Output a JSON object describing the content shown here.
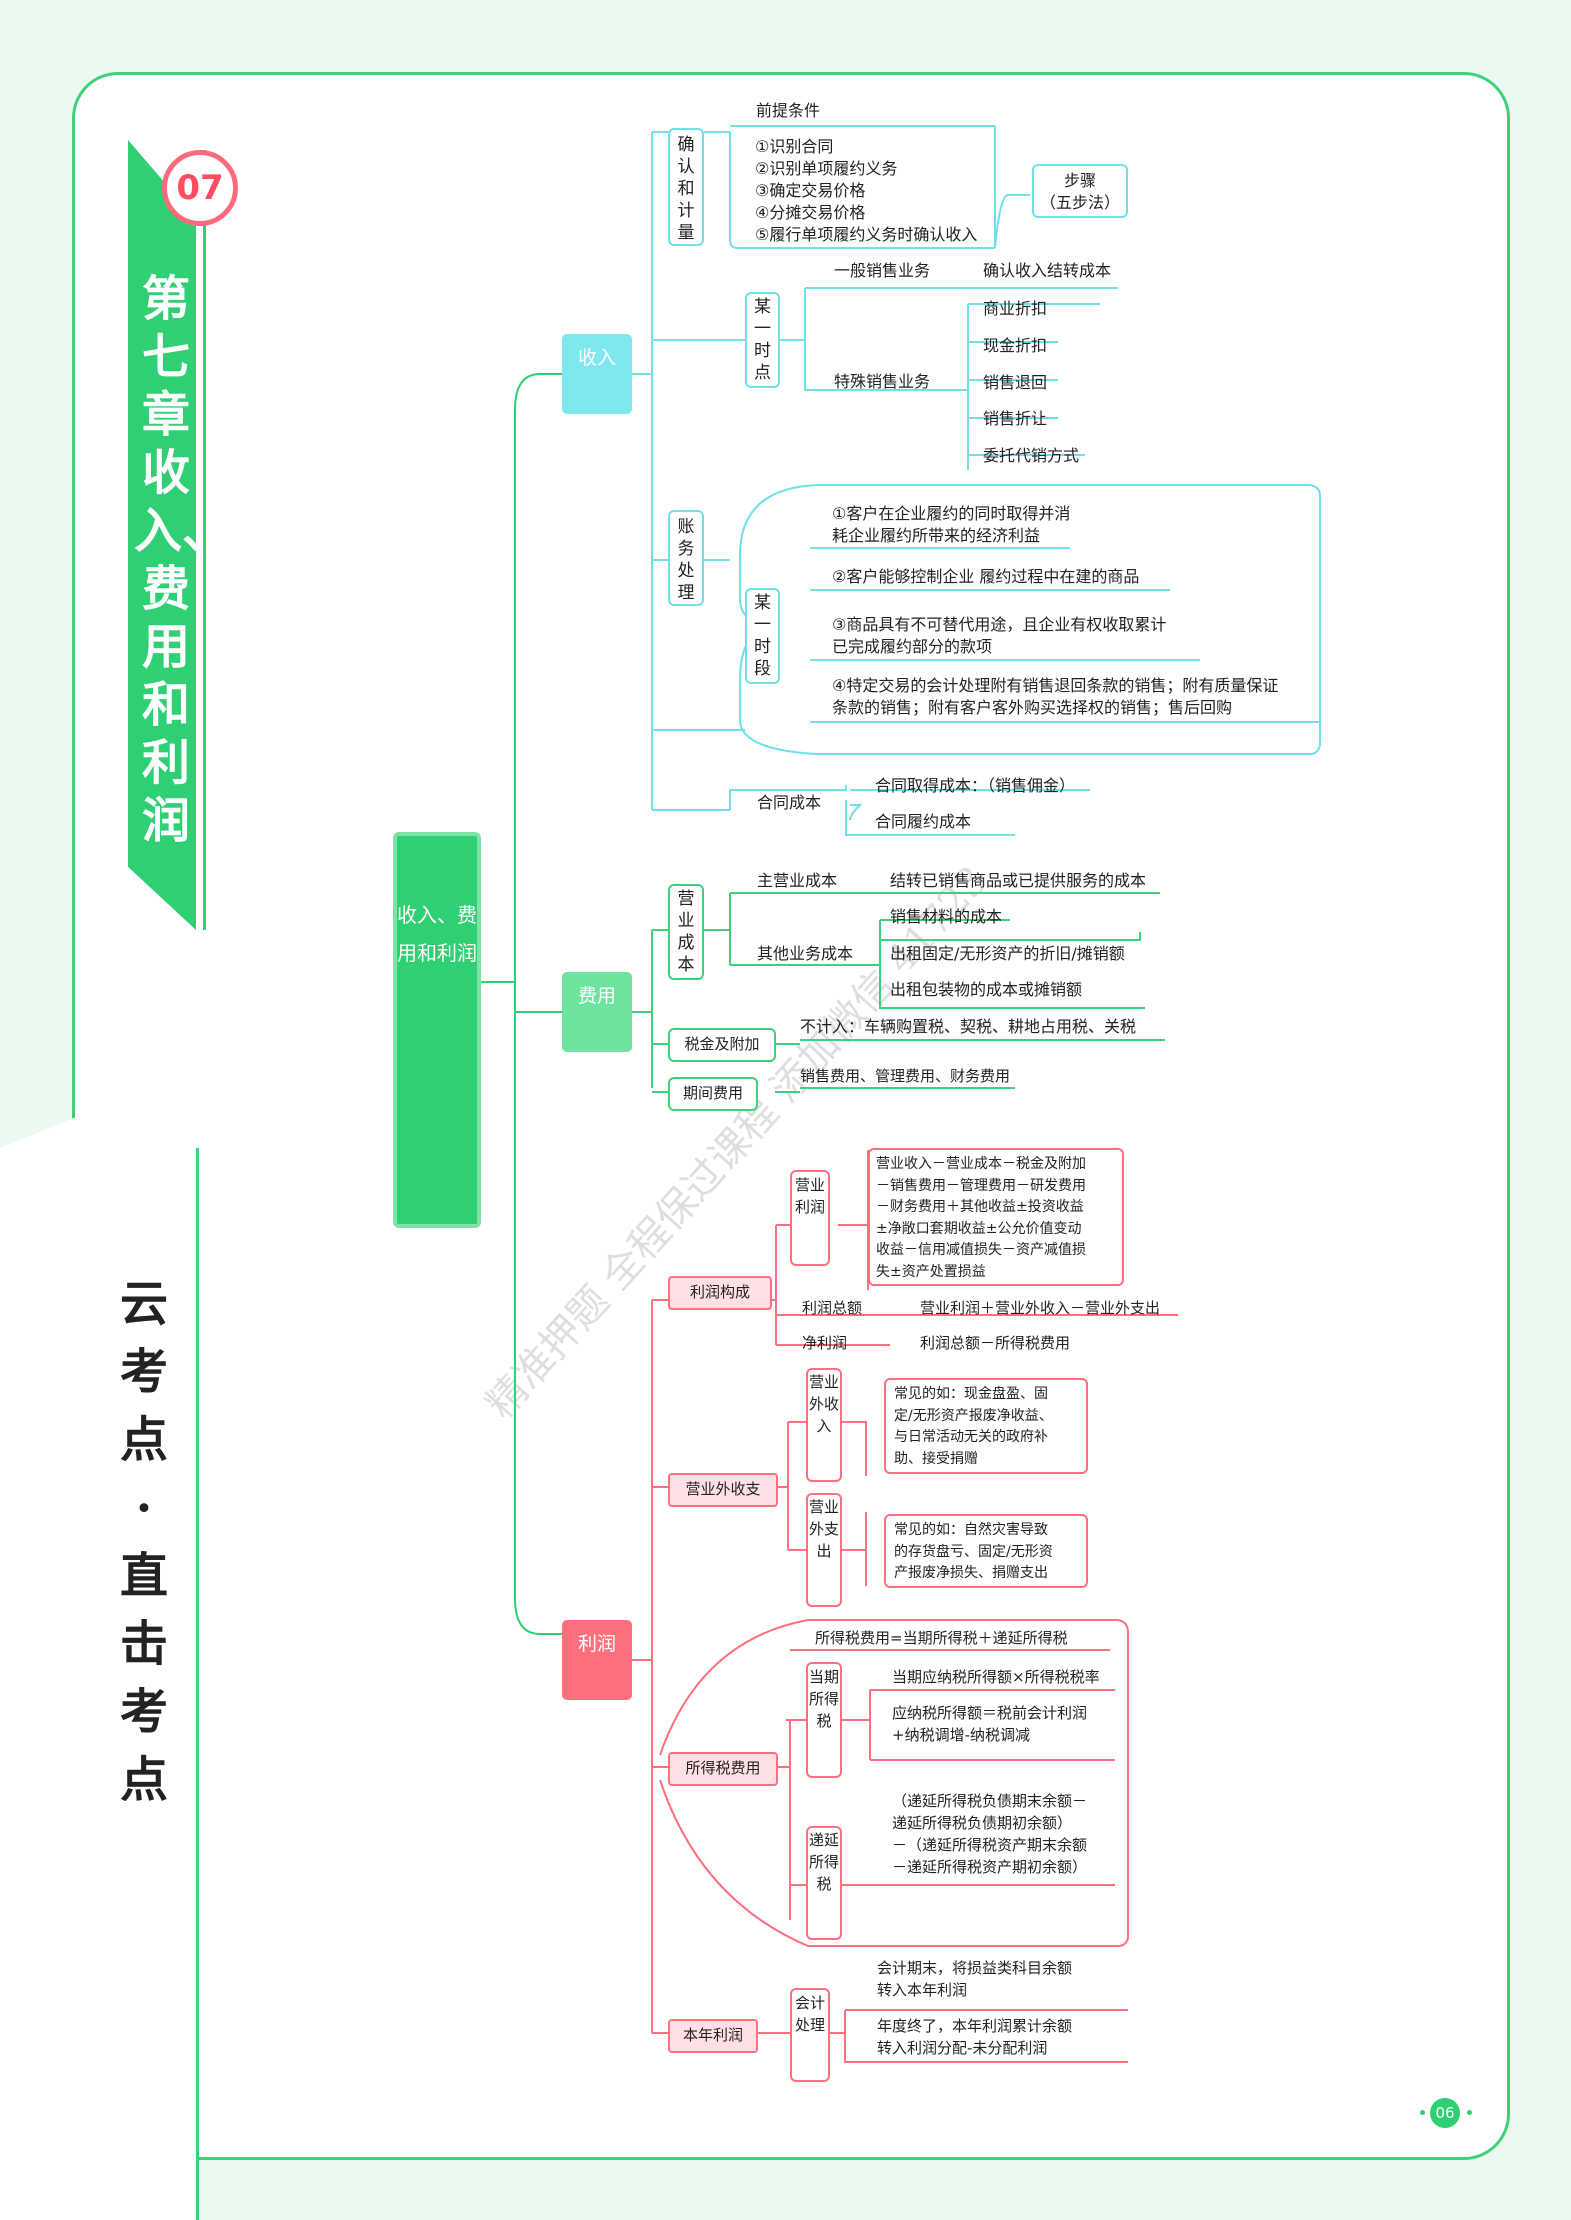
{
  "chapter": {
    "number": "07",
    "title": "第七章 收入、费用和利润"
  },
  "brand": "云考点·直击考点",
  "watermark": "精准押题 全程保过课程 添加微信 41723",
  "page_number": "06",
  "root": "收入、费用和利润",
  "branches": {
    "income": {
      "label": "收入",
      "recognition": {
        "label": "确认和计量",
        "precondition": "前提条件",
        "steps": [
          "①识别合同",
          "②识别单项履约义务",
          "③确定交易价格",
          "④分摊交易价格",
          "⑤履行单项履约义务时确认收入"
        ],
        "steps_label": [
          "步骤",
          "（五步法）"
        ]
      },
      "accounting": {
        "label": "账务处理",
        "point_in_time": {
          "label": "某一时点",
          "general": "一般销售业务",
          "general_detail": "确认收入结转成本",
          "special": "特殊销售业务",
          "special_items": [
            "商业折扣",
            "现金折扣",
            "销售退回",
            "销售折让",
            "委托代销方式"
          ]
        },
        "over_time": {
          "label": "某一时段",
          "items": [
            [
              "①客户在企业履约的同时取得并消",
              "耗企业履约所带来的经济利益"
            ],
            [
              "②客户能够控制企业 履约过程中在建的商品"
            ],
            [
              "③商品具有不可替代用途，且企业有权收取累计",
              "已完成履约部分的款项"
            ],
            [
              "④特定交易的会计处理附有销售退回条款的销售；附有质量保证",
              "条款的销售；附有客户客外购买选择权的销售；售后回购"
            ]
          ]
        },
        "contract_cost": {
          "label": "合同成本",
          "items": [
            "合同取得成本：（销售佣金）",
            "合同履约成本"
          ]
        }
      }
    },
    "expense": {
      "label": "费用",
      "operating_cost": {
        "label": "营业成本",
        "main": "主营业成本",
        "main_detail": "结转已销售商品或已提供服务的成本",
        "other": "其他业务成本",
        "other_items": [
          "销售材料的成本",
          "出租固定/无形资产的折旧/摊销额",
          "出租包装物的成本或摊销额"
        ]
      },
      "tax": {
        "label": "税金及附加",
        "detail": "不计入：车辆购置税、契税、耕地占用税、关税"
      },
      "period": {
        "label": "期间费用",
        "detail": "销售费用、管理费用、财务费用"
      }
    },
    "profit": {
      "label": "利润",
      "composition": {
        "label": "利润构成",
        "operating": {
          "label": "营业利润",
          "formula": [
            "营业收入－营业成本－税金及附加",
            "－销售费用－管理费用－研发费用",
            "－财务费用＋其他收益±投资收益",
            "±净敞口套期收益±公允价值变动",
            "收益－信用减值损失－资产减值损",
            "失±资产处置损益"
          ]
        },
        "total": {
          "label": "利润总额",
          "formula": "营业利润＋营业外收入－营业外支出"
        },
        "net": {
          "label": "净利润",
          "formula": "利润总额－所得税费用"
        }
      },
      "non_operating": {
        "label": "营业外收支",
        "income": {
          "label": "营业外收入",
          "detail": [
            "常见的如：现金盘盈、固",
            "定/无形资产报废净收益、",
            "与日常活动无关的政府补",
            "助、接受捐赠"
          ]
        },
        "expense": {
          "label": "营业外支出",
          "detail": [
            "常见的如：自然灾害导致",
            "的存货盘亏、固定/无形资",
            "产报废净损失、捐赠支出"
          ]
        }
      },
      "income_tax": {
        "label": "所得税费用",
        "formula": "所得税费用=当期所得税＋递延所得税",
        "current": {
          "label": "当期所得税",
          "items": [
            "当期应纳税所得额×所得税税率"
          ],
          "taxable": [
            "应纳税所得额＝税前会计利润",
            "+纳税调增-纳税调减"
          ]
        },
        "deferred": {
          "label": "递延所得税",
          "detail": [
            "（递延所得税负债期末余额－",
            "递延所得税负债期初余额）",
            "－（递延所得税资产期末余额",
            "－递延所得税资产期初余额）"
          ]
        }
      },
      "annual": {
        "label": "本年利润",
        "treatment": "会计处理",
        "items": [
          [
            "会计期末，将损益类科目余额",
            "转入本年利润"
          ],
          [
            "年度终了，本年利润累计余额",
            "转入利润分配-未分配利润"
          ]
        ]
      }
    }
  },
  "colors": {
    "green": "#2fcf73",
    "cyan": "#6fe0ea",
    "cyan_fill": "#7ee8ef",
    "light_green": "#6ee3a0",
    "red": "#ff6f7d",
    "pink": "#ffe0e4"
  }
}
